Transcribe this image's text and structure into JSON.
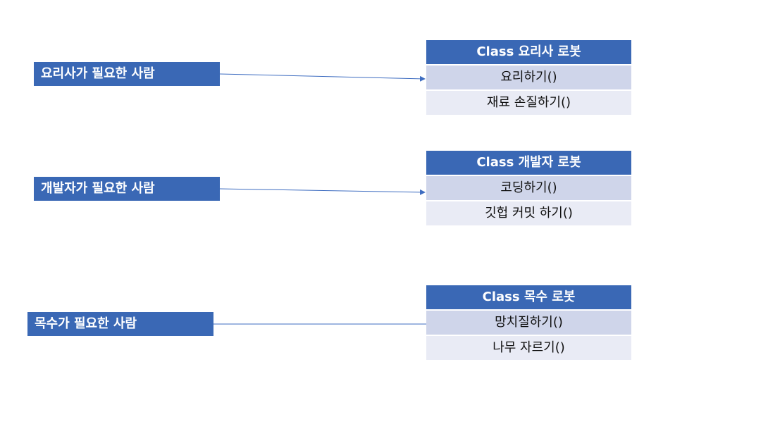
{
  "colors": {
    "accent": "#3a68b5",
    "method_row_odd": "#cfd5ea",
    "method_row_even": "#e9ebf5",
    "connector": "#3d6cc0"
  },
  "people": [
    {
      "label": "요리사가 필요한 사람"
    },
    {
      "label": "개발자가 필요한 사람"
    },
    {
      "label": "목수가 필요한 사람"
    }
  ],
  "classes": [
    {
      "title": "Class 요리사 로봇",
      "methods": [
        "요리하기()",
        "재료 손질하기()"
      ]
    },
    {
      "title": "Class 개발자 로봇",
      "methods": [
        "코딩하기()",
        "깃헙 커밋 하기()"
      ]
    },
    {
      "title": "Class 목수 로봇",
      "methods": [
        "망치질하기()",
        "나무 자르기()"
      ]
    }
  ]
}
